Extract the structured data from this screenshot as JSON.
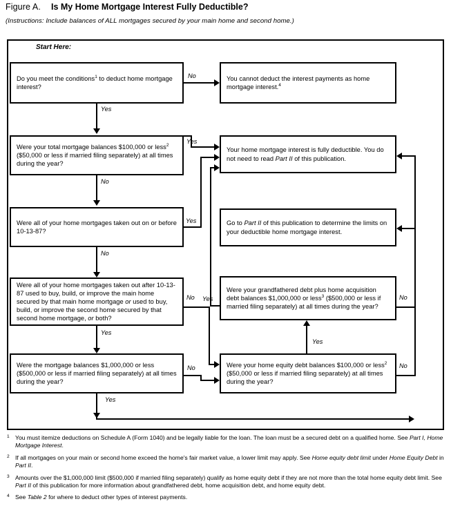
{
  "header": {
    "figure_label": "Figure A.",
    "title": "Is My Home Mortgage Interest Fully Deductible?",
    "instructions": "(Instructions: Include balances of ALL mortgages secured by your main home and second home.)"
  },
  "chart": {
    "start_label": "Start Here:",
    "nodes": [
      {
        "id": "q1",
        "type": "decision",
        "text_parts": [
          "Do you meet the conditions",
          "1",
          " to deduct home mortgage interest?"
        ],
        "text": "Do you meet the conditions¹ to deduct home mortgage interest?"
      },
      {
        "id": "r1",
        "type": "terminal",
        "text": "You cannot deduct the interest payments as home mortgage interest.⁴"
      },
      {
        "id": "q2",
        "type": "decision",
        "text": "Were your total mortgage balances $100,000 or less² ($50,000 or less if married filing separately) at all times during the year?"
      },
      {
        "id": "r2",
        "type": "terminal",
        "text": "Your home mortgage interest is fully deductible. You do not need to read Part II of this publication."
      },
      {
        "id": "q3",
        "type": "decision",
        "text": "Were all of your home mortgages taken out on or before 10-13-87?"
      },
      {
        "id": "r3",
        "type": "terminal",
        "text": "Go to Part II of this publication to determine the limits on your deductible home mortgage interest."
      },
      {
        "id": "q4",
        "type": "decision",
        "text": "Were all of your home mortgages taken out after 10-13-87 used to buy, build, or improve the main home secured by that main home mortgage or used to buy, build, or improve the second home secured by that second home mortgage, or both?"
      },
      {
        "id": "q5",
        "type": "decision",
        "text": "Were your grandfathered debt plus home acquisition debt balances $1,000,000 or less³ ($500,000 or less if married filing separately) at all times during the year?"
      },
      {
        "id": "q6",
        "type": "decision",
        "text": "Were the mortgage balances $1,000,000 or less ($500,000 or less if married filing separately) at all times during the year?"
      },
      {
        "id": "q7",
        "type": "decision",
        "text": "Were your home equity debt balances $100,000 or less² ($50,000 or less if married filing separately) at all times during the year?"
      }
    ],
    "edge_labels": {
      "q1_no": "No",
      "q1_yes": "Yes",
      "q2_yes": "Yes",
      "q2_no": "No",
      "q3_yes": "Yes",
      "q3_no": "No",
      "q4_no": "No",
      "q4_yes_down": "Yes",
      "q5_yes": "Yes",
      "q5_no": "No",
      "q6_no": "No",
      "q6_yes": "Yes",
      "q7_no": "No",
      "q7_yes_up": "Yes"
    }
  },
  "footnotes": [
    {
      "marker": "1",
      "text": "You must itemize deductions on Schedule A (Form 1040) and be legally liable for the loan. The loan must be a secured debt on a qualified home. See Part I, Home Mortgage Interest."
    },
    {
      "marker": "2",
      "text": "If all mortgages on your main or second home exceed the home's fair market value, a lower limit may apply. See Home equity debt limit under Home Equity Debt in Part II."
    },
    {
      "marker": "3",
      "text": "Amounts over the $1,000,000 limit ($500,000 if married filing separately) qualify as home equity debt if they are not more than the total home equity debt limit. See Part II of this publication for more information about grandfathered debt, home acquisition debt, and home equity debt."
    },
    {
      "marker": "4",
      "text": "See Table 2 for where to deduct other types of interest payments."
    }
  ],
  "colors": {
    "background": "#ffffff",
    "ink": "#000000"
  }
}
